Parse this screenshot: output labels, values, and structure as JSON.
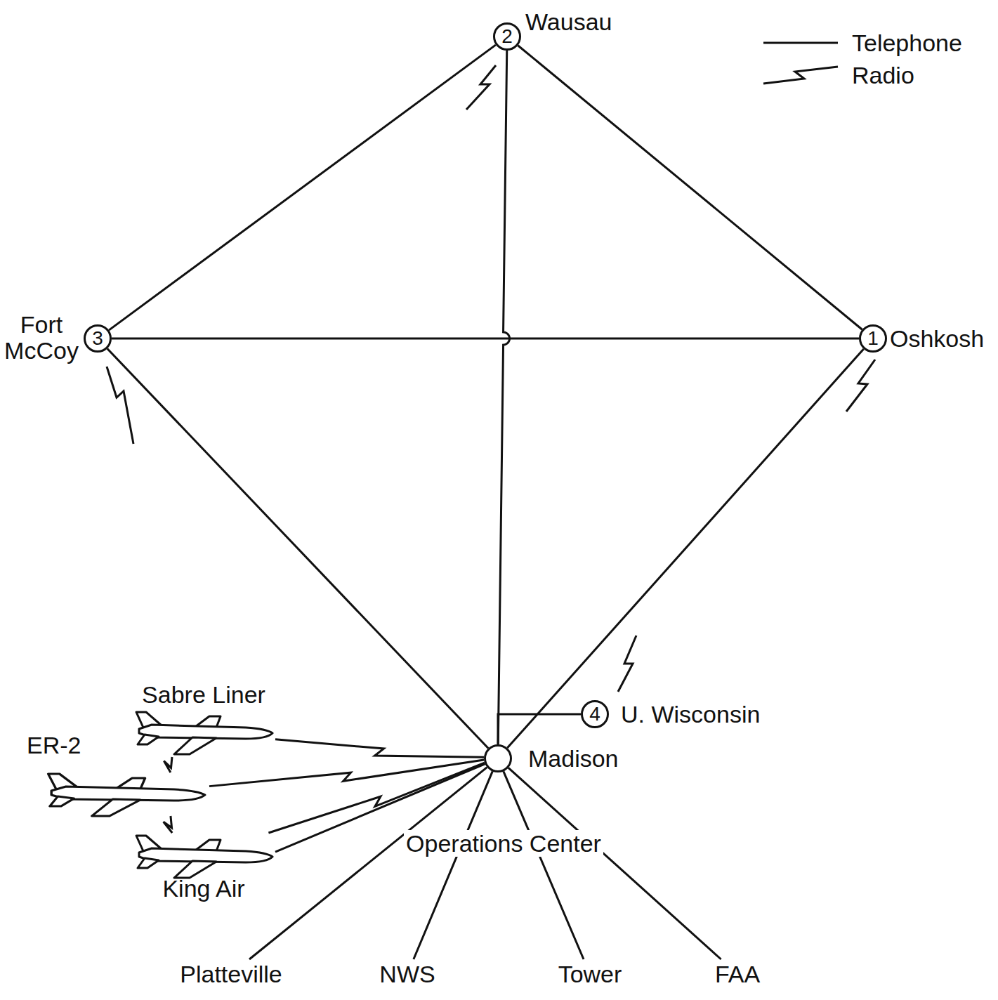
{
  "diagram": {
    "nodes": [
      {
        "text": [
          "2",
          "Wausau"
        ]
      },
      {
        "text": [
          "3",
          "Fort McCoy"
        ]
      },
      {
        "text": [
          "1",
          "Oshkosh"
        ]
      },
      {
        "text": [
          "Sabre Liner"
        ]
      },
      {
        "text": [
          "4",
          "U. Wisconsin"
        ]
      },
      {
        "text": [
          "ER-2"
        ]
      },
      {
        "text": [
          "Madison",
          "Operations Center"
        ]
      },
      {
        "text": [
          "King Air"
        ]
      },
      {
        "text": [
          "Platteville"
        ]
      },
      {
        "text": [
          "NWS"
        ]
      },
      {
        "text": [
          "Tower"
        ]
      },
      {
        "text": [
          "FAA"
        ]
      }
    ],
    "edges": [
      {
        "from": 0,
        "to": 1,
        "arrow": "none"
      },
      {
        "from": 0,
        "to": 2,
        "arrow": "none"
      },
      {
        "from": 0,
        "to": 6,
        "arrow": "none"
      },
      {
        "from": 1,
        "to": 2,
        "arrow": "none"
      },
      {
        "from": 1,
        "to": 6,
        "arrow": "none"
      },
      {
        "from": 2,
        "to": 6,
        "arrow": "none"
      },
      {
        "from": 4,
        "to": 6,
        "arrow": "none"
      },
      {
        "from": 3,
        "to": 6,
        "arrow": "none"
      },
      {
        "from": 5,
        "to": 6,
        "arrow": "none"
      },
      {
        "from": 7,
        "to": 6,
        "arrow": "none"
      },
      {
        "from": 3,
        "to": 5,
        "arrow": "none"
      },
      {
        "from": 5,
        "to": 7,
        "arrow": "none"
      },
      {
        "from": 7,
        "to": 6,
        "arrow": "none"
      },
      {
        "from": 6,
        "to": 8,
        "arrow": "none"
      },
      {
        "from": 6,
        "to": 9,
        "arrow": "none"
      },
      {
        "from": 6,
        "to": 10,
        "arrow": "none"
      },
      {
        "from": 6,
        "to": 11,
        "arrow": "none"
      }
    ],
    "legend": [
      {
        "text": "Telephone"
      },
      {
        "text": "Radio"
      }
    ]
  }
}
